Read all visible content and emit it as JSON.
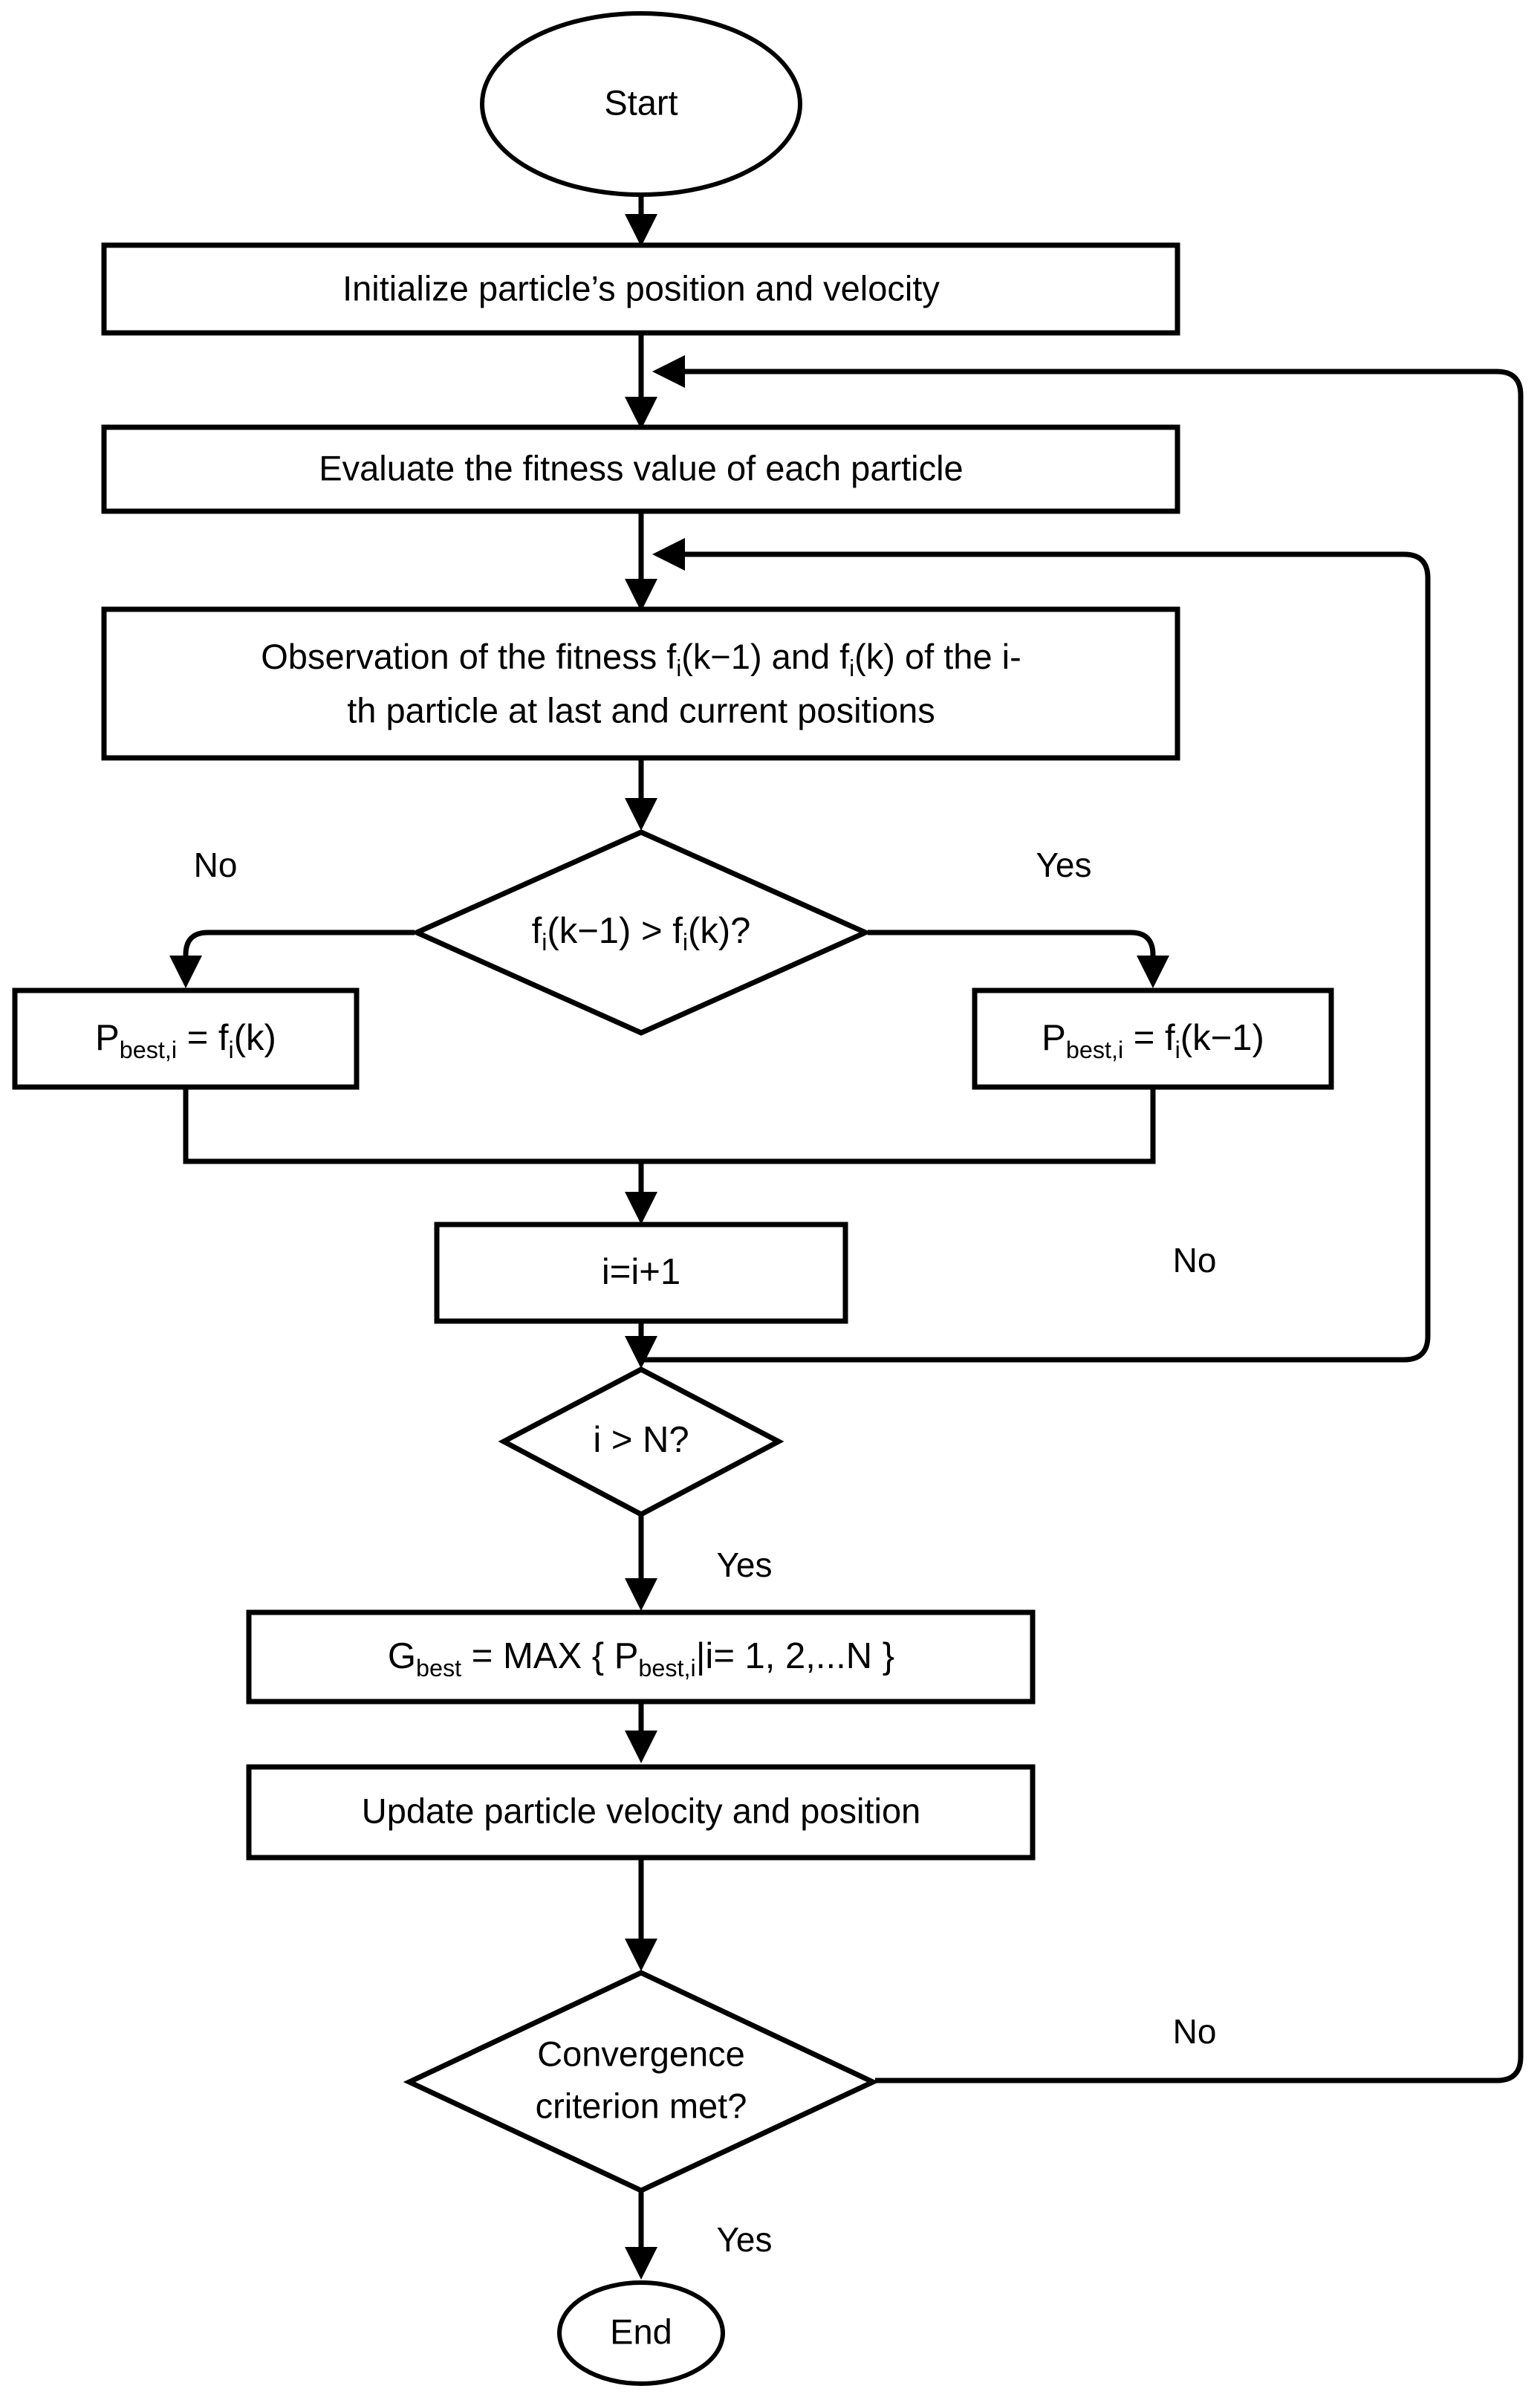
{
  "diagram": {
    "title": "Particle Swarm Optimization flowchart",
    "background_color": "#ffffff",
    "line_color": "#000000",
    "text_color": "#000000"
  },
  "nodes": {
    "start": {
      "label": "Start",
      "shape": "ellipse"
    },
    "initialize": {
      "label": "Initialize particle’s position and velocity",
      "shape": "process"
    },
    "evaluate": {
      "label": "Evaluate the fitness value of each particle",
      "shape": "process"
    },
    "observation": {
      "shape": "process",
      "line1_a": "Observation of the fitness f",
      "line1_sub1": "i",
      "line1_b": "(k−1) and f",
      "line1_sub2": "i",
      "line1_c": "(k) of the i-",
      "line2": "th particle at last and current positions"
    },
    "decision_fitness": {
      "shape": "decision",
      "text_a": "f",
      "sub_a": "i",
      "text_b": "(k−1) > f",
      "sub_b": "i",
      "text_c": "(k)?"
    },
    "pbest_left": {
      "shape": "process",
      "text_a": "P",
      "sub_a": "best,i",
      "text_b": " = f",
      "sub_b": "i",
      "text_c": "(k)"
    },
    "pbest_right": {
      "shape": "process",
      "text_a": "P",
      "sub_a": "best,i",
      "text_b": " = f",
      "sub_b": "i",
      "text_c": "(k−1)"
    },
    "increment": {
      "label": "i=i+1",
      "shape": "process"
    },
    "decision_count": {
      "label": "i > N?",
      "shape": "decision"
    },
    "gbest": {
      "shape": "process",
      "text_a": "G",
      "sub_a": "best",
      "text_b": " = MAX { P",
      "sub_b": "best,i",
      "text_c": "|i= 1, 2,...N }"
    },
    "update": {
      "label": "Update particle velocity and position",
      "shape": "process"
    },
    "decision_convergence": {
      "shape": "decision",
      "line1": "Convergence",
      "line2": "criterion met?"
    },
    "end": {
      "label": "End",
      "shape": "ellipse"
    }
  },
  "edge_labels": {
    "fitness_no": "No",
    "fitness_yes": "Yes",
    "count_no": "No",
    "count_yes": "Yes",
    "convergence_no": "No",
    "convergence_yes": "Yes"
  }
}
